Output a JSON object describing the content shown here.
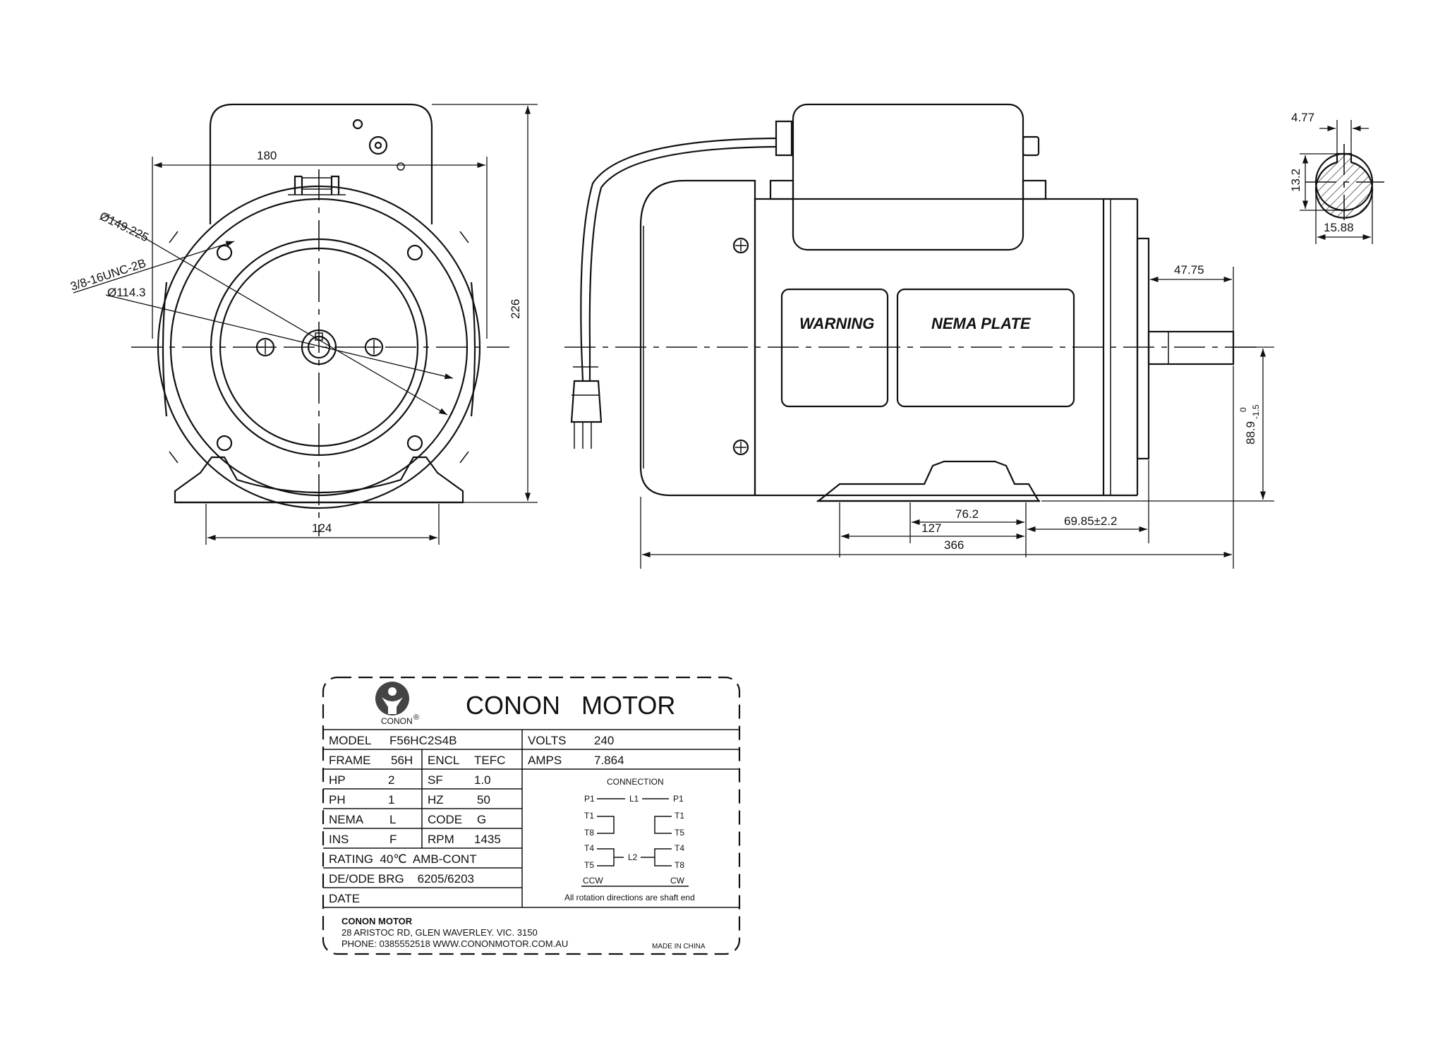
{
  "front_view": {
    "dims": {
      "width_top": "180",
      "height": "226",
      "base_width": "124",
      "bolt_circle": "Ø149.225",
      "thread": "3/8-16UNC-2B",
      "pilot_dia": "Ø114.3"
    }
  },
  "side_view": {
    "panels": {
      "warning": "WARNING",
      "nema_plate": "NEMA PLATE"
    },
    "dims": {
      "shaft_length": "47.75",
      "shaft_height": "88.9",
      "shaft_height_tol_upper": "0",
      "shaft_height_tol_lower": "-1.5",
      "foot_holes_1": "76.2",
      "foot_holes_2": "127",
      "shaft_shoulder": "69.85±2.2",
      "overall_length": "366"
    }
  },
  "shaft_section": {
    "dims": {
      "key_width": "4.77",
      "key_depth": "13.2",
      "shaft_dia": "15.88"
    }
  },
  "nameplate": {
    "title": "CONON   MOTOR",
    "logo_text": "CONON",
    "logo_mark": "®",
    "fields": {
      "model_label": "MODEL",
      "model_value": "F56HC2S4B",
      "volts_label": "VOLTS",
      "volts_value": "240",
      "frame_label": "FRAME",
      "frame_value": "56H",
      "encl_label": "ENCL",
      "encl_value": "TEFC",
      "amps_label": "AMPS",
      "amps_value": "7.864",
      "hp_label": "HP",
      "hp_value": "2",
      "sf_label": "SF",
      "sf_value": "1.0",
      "ph_label": "PH",
      "ph_value": "1",
      "hz_label": "HZ",
      "hz_value": "50",
      "nema_label": "NEMA",
      "nema_value": "L",
      "code_label": "CODE",
      "code_value": "G",
      "ins_label": "INS",
      "ins_value": "F",
      "rpm_label": "RPM",
      "rpm_value": "1435",
      "rating": "RATING  40℃  AMB-CONT",
      "brg": "DE/ODE BRG    6205/6203",
      "date": "DATE"
    },
    "connection": {
      "title": "CONNECTION",
      "p1": "P1",
      "l1": "L1",
      "l2": "L2",
      "t1": "T1",
      "t4": "T4",
      "t5": "T5",
      "t8": "T8",
      "ccw": "CCW",
      "cw": "CW",
      "note": "All rotation directions are shaft end"
    },
    "footer": {
      "company": "CONON MOTOR",
      "address": "28 ARISTOC RD, GLEN WAVERLEY. VIC. 3150",
      "contact": "PHONE: 0385552518 WWW.CONONMOTOR.COM.AU",
      "made_in": "MADE IN CHINA"
    }
  }
}
